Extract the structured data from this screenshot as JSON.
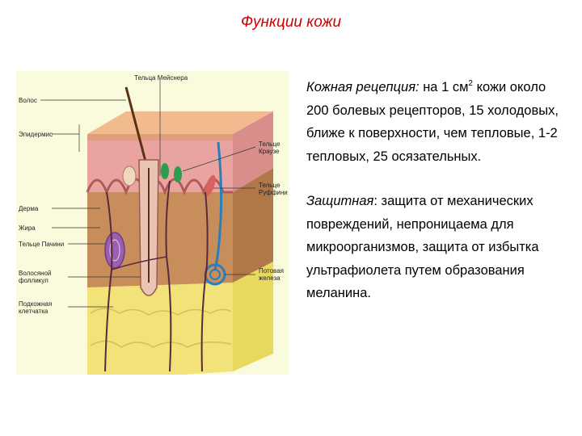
{
  "title": "Функции кожи",
  "figure": {
    "labels": {
      "meissner": "Тельца Мейснера",
      "hair": "Волос",
      "epidermis": "Эпидермис",
      "krause": [
        "Тельце",
        "Краузе"
      ],
      "ruffini": [
        "Тельце",
        "Руффини"
      ],
      "dermis": "Дерма",
      "fat": "Жира",
      "pacini": "Тельце Пачини",
      "follicle": [
        "Волосяной",
        "фолликул"
      ],
      "sweat_gland": [
        "Потовая",
        "железа"
      ],
      "subcutaneous": [
        "Подкожная",
        "клетчатка"
      ]
    }
  },
  "paragraph1": {
    "term": "Кожная рецепция:",
    "text_before_sup": " на 1 см",
    "sup": "2",
    "text_after_sup": " кожи около 200 болевых рецепторов, 15 холодовых, ближе к поверхности, чем тепловые, 1-2 тепловых, 25 осязательных."
  },
  "paragraph2": {
    "term": "Защитная",
    "text": ": защита от механических повреждений, непроницаема для микроорганизмов, защита от избытка ультрафиолета путем образования меланина."
  }
}
